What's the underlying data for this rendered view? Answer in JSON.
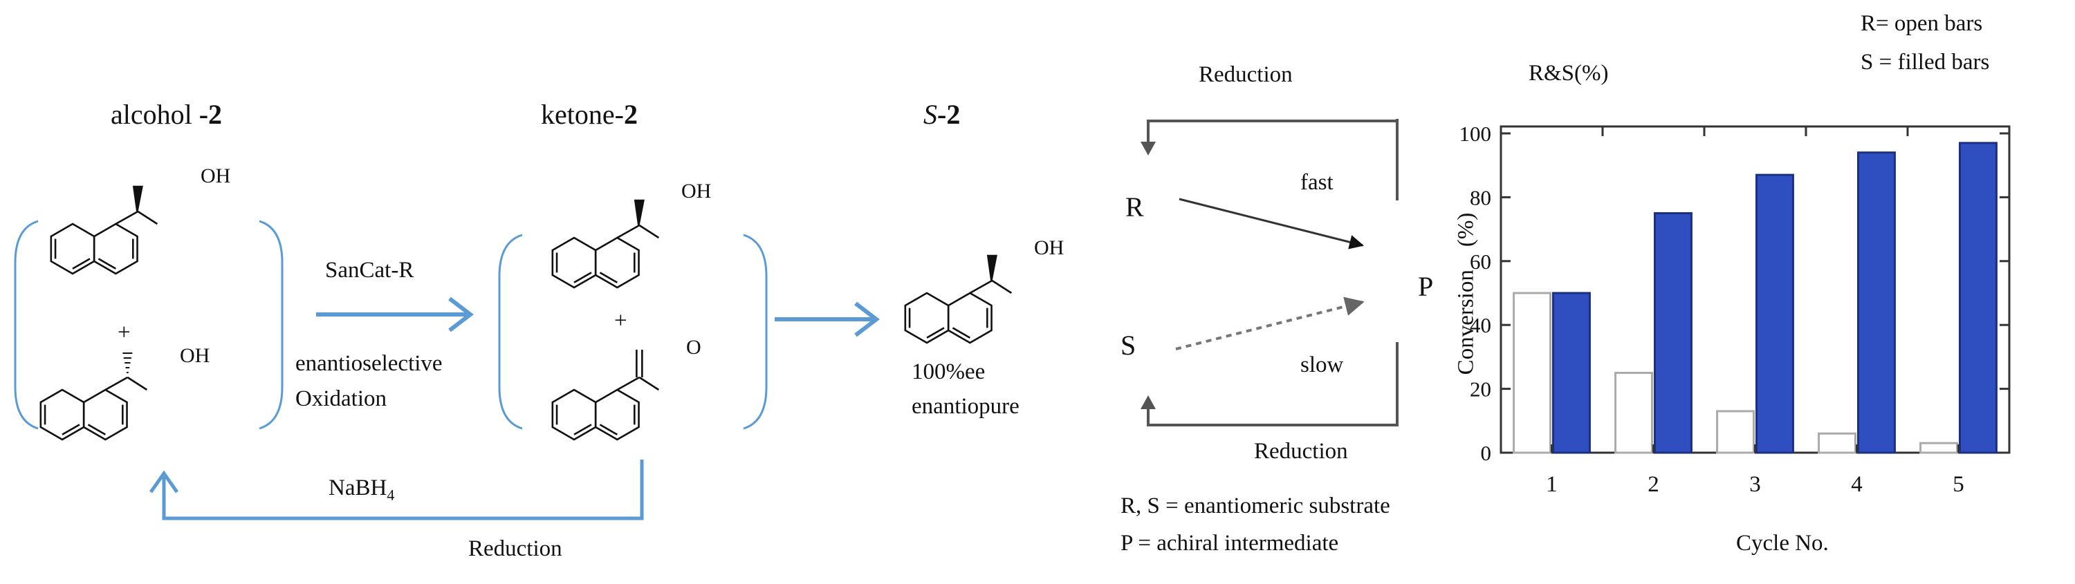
{
  "scheme": {
    "compounds": {
      "alcohol_label_main": "alcohol ",
      "alcohol_label_num": "-2",
      "ketone_label_main": "ketone-",
      "ketone_label_num": "2",
      "s2_label_italic": "S",
      "s2_label_num": "-2"
    },
    "plus": "+",
    "oh": "OH",
    "o": "O",
    "oxidation": {
      "catalyst": "SanCat-R",
      "line1": "enantioselective",
      "line2": "Oxidation"
    },
    "product_note": {
      "line1": "100%ee",
      "line2": "enantiopure"
    },
    "reduction_reagent_main": "NaBH",
    "reduction_reagent_sub": "4",
    "reduction_label": "Reduction",
    "arrow_color": "#5b9bd5"
  },
  "mechanism": {
    "top_reduction": "Reduction",
    "bottom_reduction": "Reduction",
    "R": "R",
    "S": "S",
    "P": "P",
    "fast": "fast",
    "slow": "slow",
    "legend_line1": "R, S = enantiomeric substrate",
    "legend_line2": "P = achiral intermediate"
  },
  "chart_data": {
    "type": "bar",
    "corner_label": "R&S(%)",
    "legend": [
      "R= open bars",
      "S = filled bars"
    ],
    "ylabel_main": "Conversion",
    "ylabel_unit": "(%)",
    "xlabel": "Cycle No.",
    "ylim": [
      0,
      100
    ],
    "yticks": [
      0,
      20,
      40,
      60,
      80,
      100
    ],
    "categories": [
      "1",
      "2",
      "3",
      "4",
      "5"
    ],
    "series": [
      {
        "name": "R",
        "style": "open",
        "values": [
          50,
          25,
          13,
          6,
          3
        ]
      },
      {
        "name": "S",
        "style": "filled",
        "color": "#2f4fc0",
        "values": [
          50,
          75,
          87,
          94,
          97
        ]
      }
    ]
  }
}
